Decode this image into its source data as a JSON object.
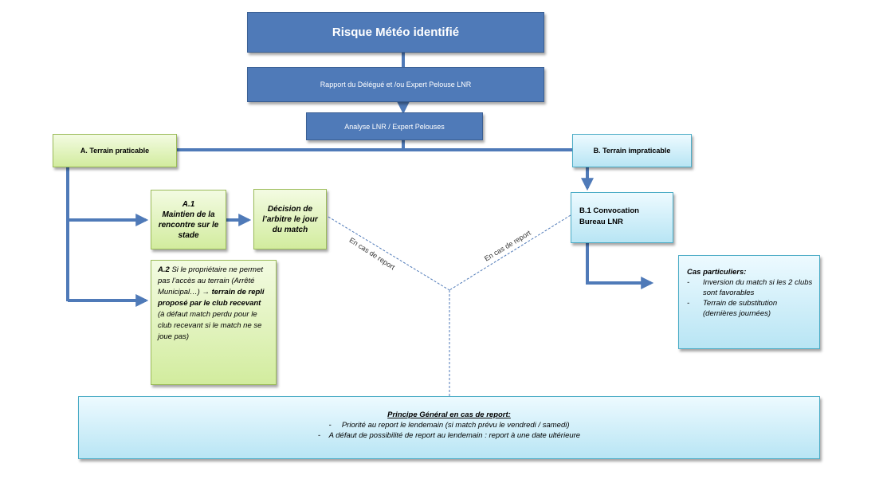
{
  "title": "Risque Météo identifié",
  "rapport": "Rapport du Délégué et /ou Expert Pelouse LNR",
  "analyse": "Analyse LNR / Expert Pelouses",
  "branch_a": "A. Terrain praticable",
  "branch_b": "B. Terrain impraticable",
  "a1": {
    "label": "A.1",
    "text": "Maintien de la rencontre sur le stade"
  },
  "decision": "Décision de l’arbitre le jour du match",
  "a2": {
    "label": "A.2",
    "intro": "Si le propriétaire ne permet pas l’accès au terrain (Arrêté Municipal…)",
    "arrow": "→",
    "bold": "terrain de repli proposé par le club recevant",
    "tail": "(à défaut match perdu pour le club recevant si le match ne se joue pas)"
  },
  "b1": "B.1 Convocation Bureau LNR",
  "cas": {
    "title": "Cas particuliers:",
    "items": [
      "Inversion du match si les 2 clubs sont favorables",
      "Terrain de substitution (dernières journées)"
    ]
  },
  "report_label_left": "En cas de report",
  "report_label_right": "En cas de report",
  "principe": {
    "title": "Principe Général en cas de report:",
    "items": [
      "Priorité au report le lendemain (si match prévu le vendredi / samedi)",
      "A défaut de possibilité de report au lendemain : report à une date ultérieure"
    ]
  },
  "colors": {
    "primary_blue": "#4f7ab8",
    "green_fill": "#d2ec9e",
    "green_border": "#9bbb59",
    "cyan_fill": "#b8e5f4",
    "cyan_border": "#4bacc6"
  }
}
